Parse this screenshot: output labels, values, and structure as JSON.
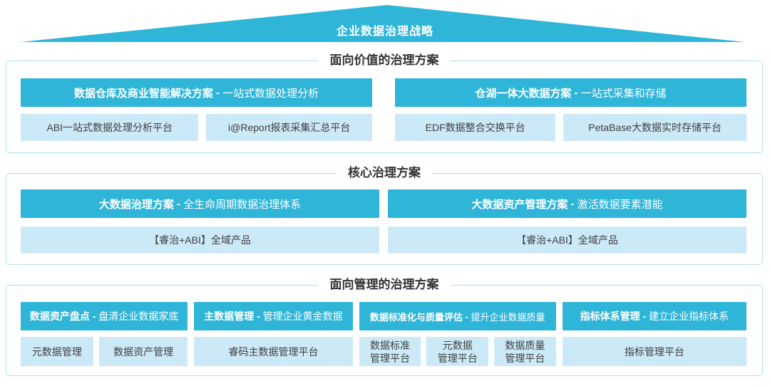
{
  "dash": " - ",
  "roof": {
    "title": "企业数据治理战略"
  },
  "colors": {
    "accent_cyan": "#2FB5D8",
    "light_blue": "#CBE9F6",
    "panel_border": "#AEDFF1",
    "title_text": "#333333",
    "item_text": "#404040"
  },
  "sections": [
    {
      "title": "面向价值的治理方案",
      "groups": [
        {
          "header": {
            "name": "数据仓库及商业智能解决方案",
            "tagline": "一站式数据处理分析"
          },
          "items": [
            "ABI一站式数据处理分析平台",
            "i@Report报表采集汇总平台"
          ]
        },
        {
          "header": {
            "name": "仓湖一体大数据方案",
            "tagline": "一站式采集和存储"
          },
          "items": [
            "EDF数据整合交换平台",
            "PetaBase大数据实时存储平台"
          ]
        }
      ]
    },
    {
      "title": "核心治理方案",
      "groups": [
        {
          "header": {
            "name": "大数据治理方案",
            "tagline": "全生命周期数据治理体系"
          },
          "items": [
            "【睿治+ABI】全域产品"
          ]
        },
        {
          "header": {
            "name": "大数据资产管理方案",
            "tagline": "激活数据要素潜能"
          },
          "items": [
            "【睿治+ABI】全域产品"
          ]
        }
      ]
    },
    {
      "title": "面向管理的治理方案",
      "groups": [
        {
          "header": {
            "name": "数据资产盘点",
            "tagline": "盘清企业数据家底"
          },
          "items": [
            "元数据管理",
            "数据资产管理"
          ]
        },
        {
          "header": {
            "name": "主数据管理",
            "tagline": "管理企业黄金数据"
          },
          "items": [
            "睿码主数据管理平台"
          ]
        },
        {
          "header": {
            "name": "数据标准化与质量评估",
            "tagline": "提升企业数据质量"
          },
          "items": [
            "数据标准\n管理平台",
            "元数据\n管理平台",
            "数据质量\n管理平台"
          ]
        },
        {
          "header": {
            "name": "指标体系管理",
            "tagline": "建立企业指标体系"
          },
          "items": [
            "指标管理平台"
          ]
        }
      ]
    }
  ]
}
